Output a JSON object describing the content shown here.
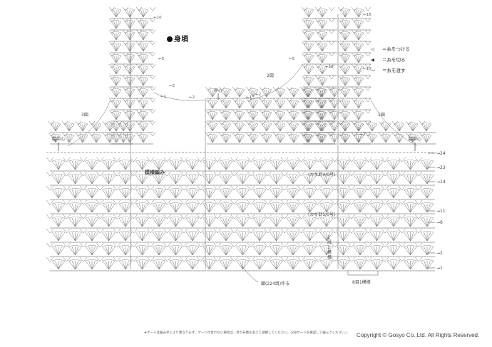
{
  "title": "身頃",
  "legend": [
    {
      "symbol": "◁",
      "text": "＝糸をつける"
    },
    {
      "symbol": "◀",
      "text": "＝糸を切る"
    },
    {
      "symbol": "～",
      "text": "＝糸を渡す"
    }
  ],
  "labels": {
    "fig3": "3図",
    "fig2": "2図",
    "fig1": "1図",
    "center_top": "中心",
    "side_center_left": "脇中心",
    "side_center_right": "脇中心",
    "pattern": "模様編み",
    "hook_40": "(カギ針4/0号)",
    "hook_50": "(カギ針5/0号)",
    "repeat_vertical": "2段1模様",
    "chain_start": "鎖(224目)作る",
    "repeat_horizontal": "8目1模様"
  },
  "row_numbers_right": [
    "24",
    "23",
    "14",
    "11",
    "6",
    "2",
    "1"
  ],
  "row_numbers_top": [
    "10",
    "10",
    "16",
    "10",
    "5",
    "5",
    "2",
    "2",
    "1",
    "1",
    "2",
    "1"
  ],
  "footnote": "★ゲージは編み手により異なります。ゲージが合わない場合は、針の号数を変えて調節してください。(2段ゲージを確認して編んでください。)",
  "copyright": "Copyright © Gosyo Co.,Ltd. All Rights Reserved."
}
